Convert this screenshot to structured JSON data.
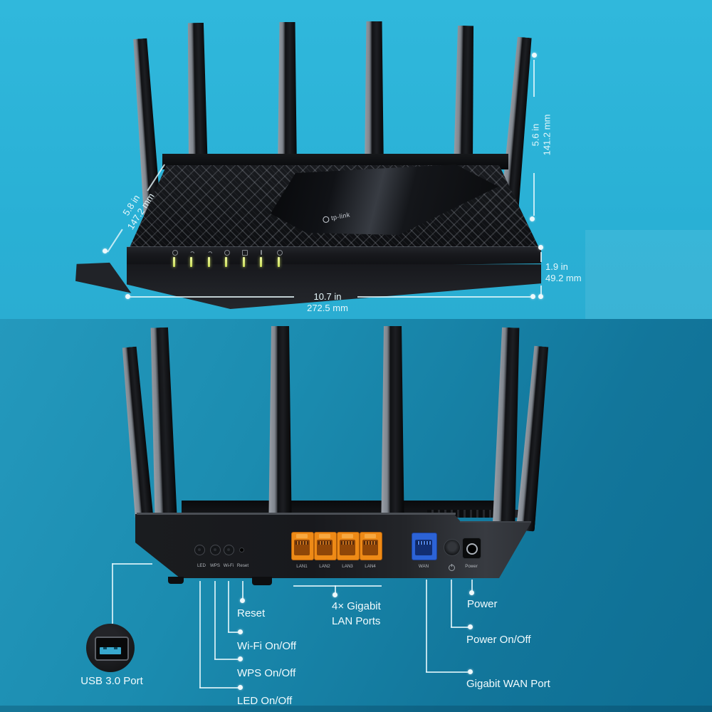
{
  "product": {
    "brand": "tp-link"
  },
  "dimensions": {
    "depth": {
      "inches": "5.8 in",
      "mm": "147.2 mm"
    },
    "antenna_height": {
      "inches": "5.6 in",
      "mm": "141.2 mm"
    },
    "body_height": {
      "inches": "1.9 in",
      "mm": "49.2 mm"
    },
    "width": {
      "inches": "10.7 in",
      "mm": "272.5 mm"
    }
  },
  "back_panel": {
    "buttons": [
      "LED",
      "WPS",
      "Wi-Fi",
      "Reset"
    ],
    "lan_labels": [
      "LAN1",
      "LAN2",
      "LAN3",
      "LAN4"
    ],
    "wan_label": "WAN",
    "power_label": "Power"
  },
  "callouts": {
    "usb": "USB 3.0 Port",
    "reset": "Reset",
    "wifi": "Wi-Fi On/Off",
    "wps": "WPS On/Off",
    "led": "LED On/Off",
    "lan_line1": "4× Gigabit",
    "lan_line2": "LAN Ports",
    "power": "Power",
    "power_onoff": "Power On/Off",
    "wan": "Gigabit WAN Port"
  },
  "colors": {
    "background_top": "#2bb4d9",
    "background_bottom": "#0e6e93",
    "lan_port": "#ee8a16",
    "wan_port": "#2c63d6",
    "led_bar": "#d7e96c",
    "annotation_line": "#e8f9fd"
  }
}
